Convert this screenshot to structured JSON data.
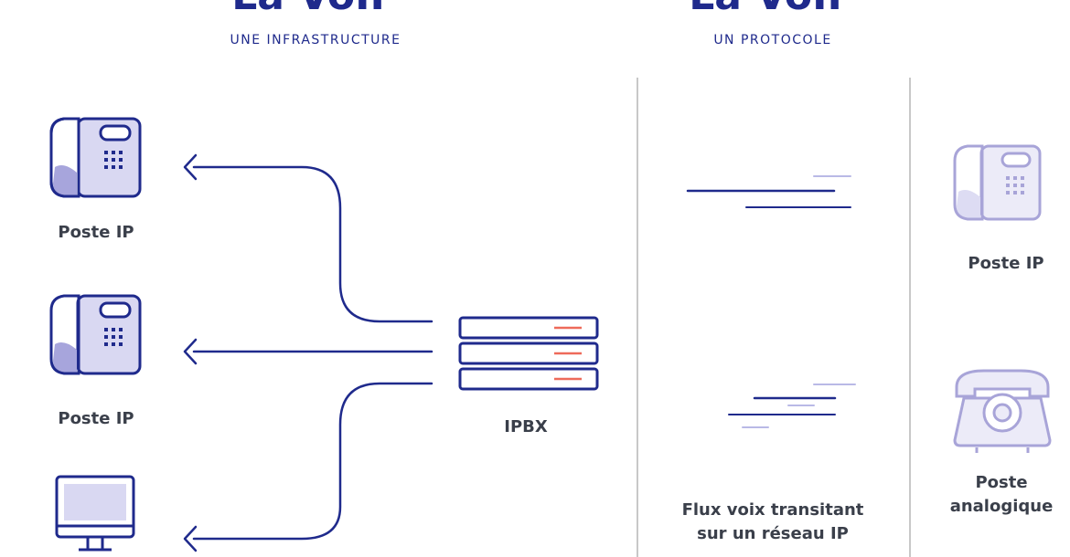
{
  "left": {
    "title": "La VoIP",
    "subtitle": "UNE INFRASTRUCTURE"
  },
  "right": {
    "title": "La VoIP",
    "subtitle": "UN PROTOCOLE"
  },
  "labels": {
    "poste_ip_1": "Poste IP",
    "poste_ip_2": "Poste IP",
    "ipbx": "IPBX",
    "flux_line1": "Flux voix transitant",
    "flux_line2": "sur un réseau IP",
    "poste_ip_right": "Poste IP",
    "analog_line1": "Poste",
    "analog_line2": "analogique"
  },
  "colors": {
    "navy": "#1f2a8c",
    "lavender": "#d9d8f2",
    "coral": "#ee6a5a",
    "gray_divider": "#c8c8c8"
  },
  "icons": [
    "desk-phone-icon",
    "computer-icon",
    "server-icon",
    "rotary-phone-icon",
    "arrow-head-icon"
  ]
}
